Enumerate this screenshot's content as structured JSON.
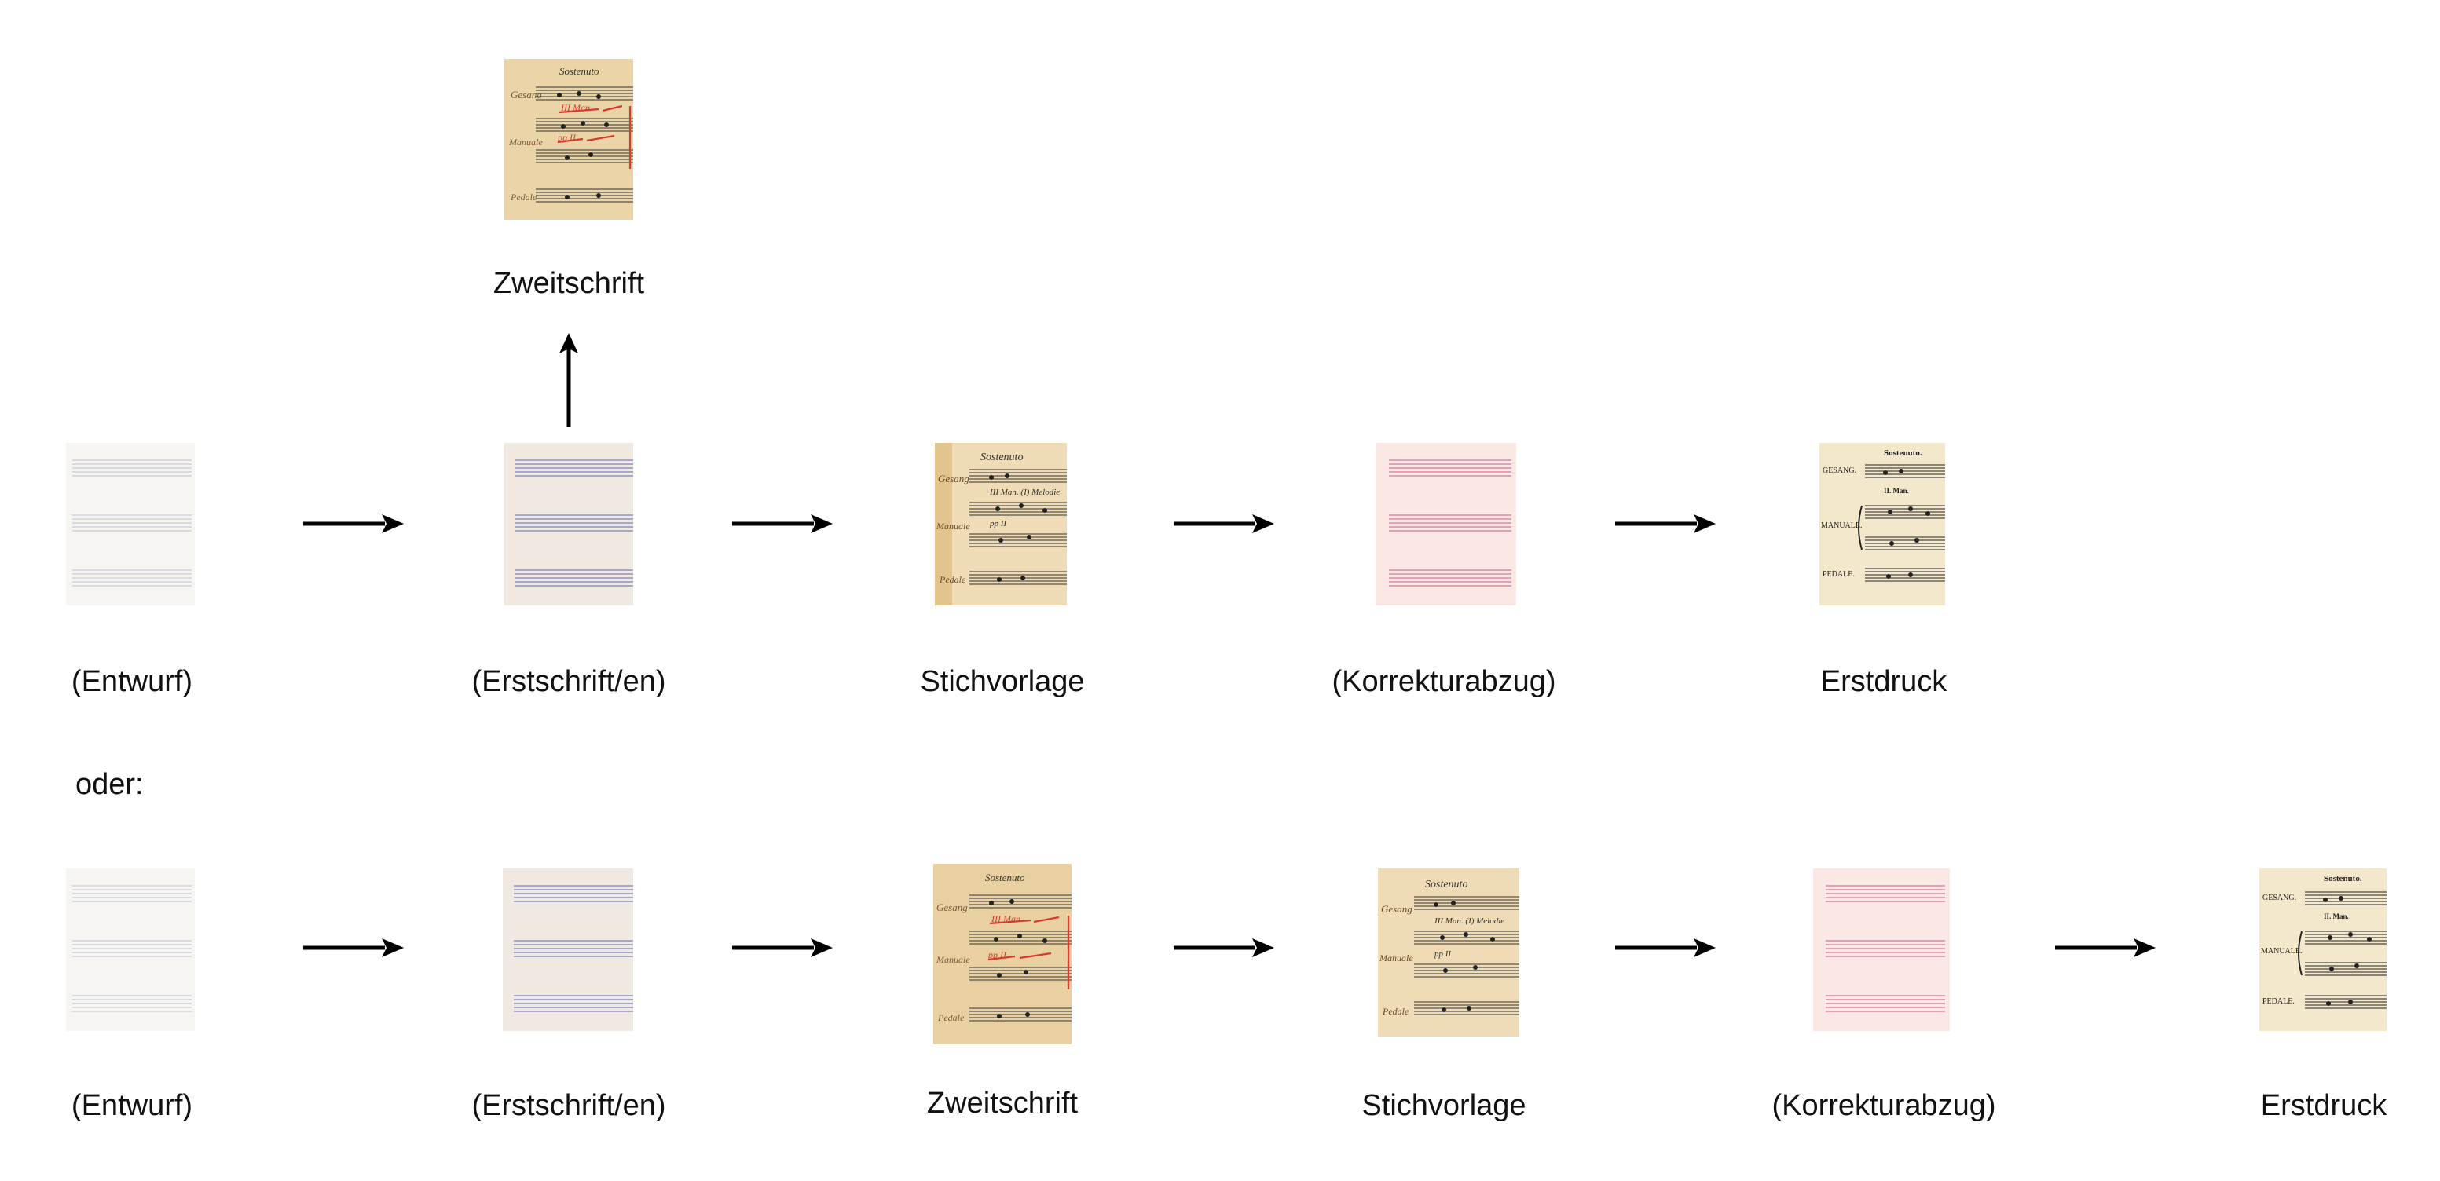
{
  "diagram": {
    "top_branch": {
      "label": "Zweitschrift"
    },
    "row1": {
      "stages": [
        {
          "label": "(Entwurf)",
          "kind": "blank-grey"
        },
        {
          "label": "(Erstschrift/en)",
          "kind": "blank-blue"
        },
        {
          "label": "Stichvorlage",
          "kind": "manuscript"
        },
        {
          "label": "(Korrekturabzug)",
          "kind": "blank-pink"
        },
        {
          "label": "Erstdruck",
          "kind": "print"
        }
      ]
    },
    "separator": "oder:",
    "row2": {
      "stages": [
        {
          "label": "(Entwurf)",
          "kind": "blank-grey"
        },
        {
          "label": "(Erstschrift/en)",
          "kind": "blank-blue"
        },
        {
          "label": "Zweitschrift",
          "kind": "manuscript-red"
        },
        {
          "label": "Stichvorlage",
          "kind": "manuscript"
        },
        {
          "label": "(Korrekturabzug)",
          "kind": "blank-pink"
        },
        {
          "label": "Erstdruck",
          "kind": "print"
        }
      ]
    },
    "print_sample": {
      "heading": "Sostenuto.",
      "staff_labels": [
        "GESANG.",
        "MANUALE.",
        "PEDALE."
      ],
      "annotation": "II. Man."
    },
    "colors": {
      "arrow": "#000000",
      "paper_grey": "#f7f5f2",
      "paper_blue": "#efe9e1",
      "paper_pink": "#fbe8e4",
      "manuscript_paper": "#efdcb6",
      "print_paper": "#f4e8cc",
      "staff_grey": "#c9c9d6",
      "staff_blue": "#8f8fc4",
      "staff_pink": "#d98aa6",
      "ink_red": "#d93a2e"
    }
  }
}
